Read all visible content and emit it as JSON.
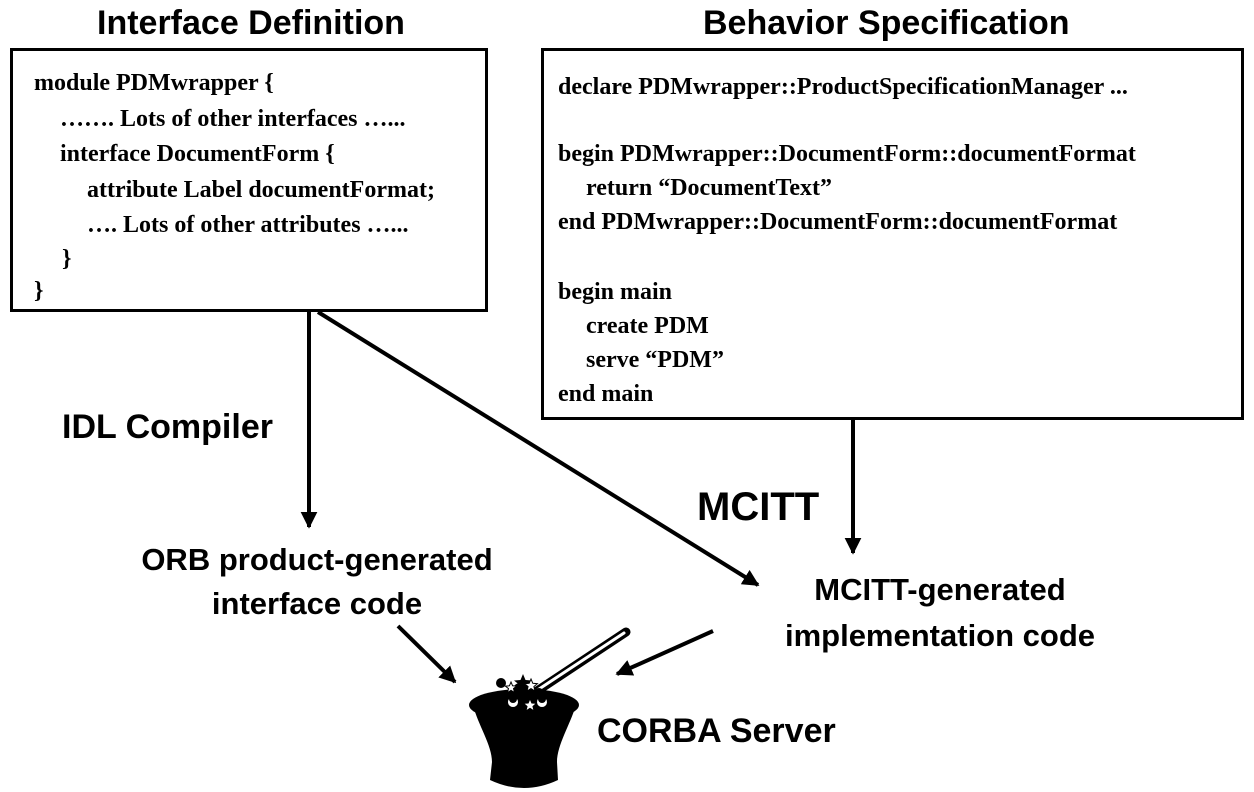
{
  "interface_definition": {
    "title": "Interface Definition",
    "code": [
      "module PDMwrapper {",
      "……. Lots of other interfaces …...",
      "interface DocumentForm {",
      "attribute Label documentFormat;",
      "…. Lots of other attributes …...",
      "}",
      "}"
    ]
  },
  "behavior_specification": {
    "title": "Behavior Specification",
    "code": [
      "declare PDMwrapper::ProductSpecificationManager ...",
      "begin PDMwrapper::DocumentForm::documentFormat",
      "return “DocumentText”",
      "end PDMwrapper::DocumentForm::documentFormat",
      "begin main",
      "create PDM",
      "serve “PDM”",
      "end main"
    ]
  },
  "labels": {
    "idl_compiler": "IDL Compiler",
    "mcitt": "MCITT",
    "orb_code": [
      "ORB product-generated",
      "interface code"
    ],
    "mcitt_code": [
      "MCITT-generated",
      "implementation code"
    ],
    "corba_server": "CORBA Server"
  }
}
